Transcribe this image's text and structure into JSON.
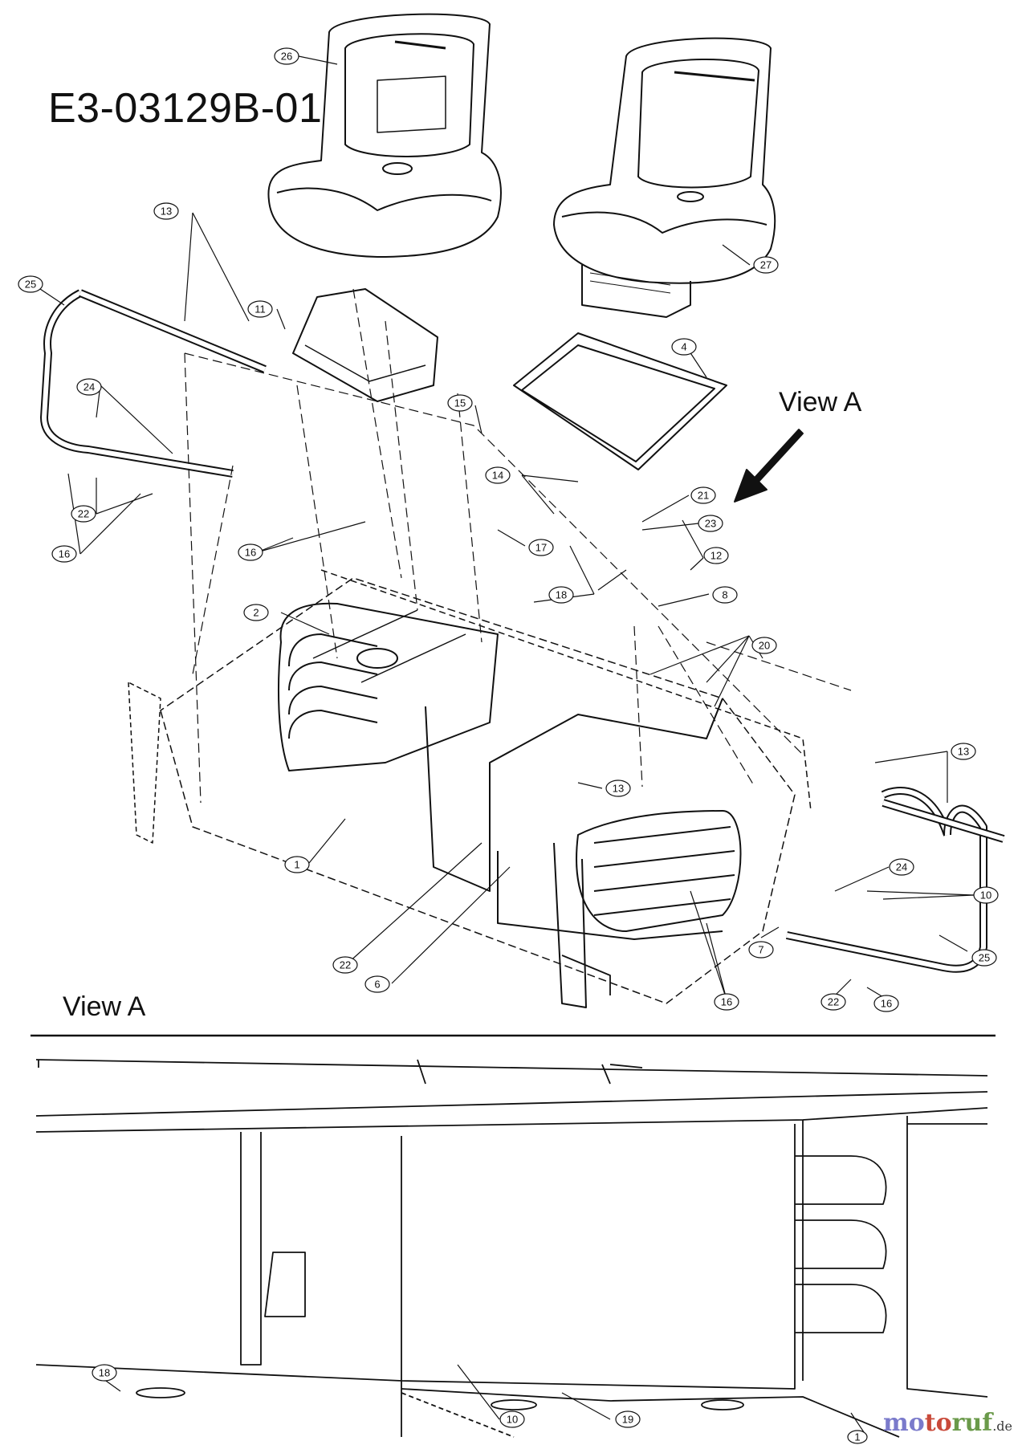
{
  "diagram": {
    "title": "E3-03129B-01",
    "view_label_upper": "View A",
    "view_label_lower": "View A",
    "watermark": {
      "part1": "mo",
      "part2": "to",
      "part3": "ruf",
      "suffix": ".de"
    }
  },
  "callouts": [
    {
      "id": "c26",
      "label": "26"
    },
    {
      "id": "c27",
      "label": "27"
    },
    {
      "id": "c13a",
      "label": "13"
    },
    {
      "id": "c25a",
      "label": "25"
    },
    {
      "id": "c11",
      "label": "11"
    },
    {
      "id": "c4",
      "label": "4"
    },
    {
      "id": "c24a",
      "label": "24"
    },
    {
      "id": "c15",
      "label": "15"
    },
    {
      "id": "c22a",
      "label": "22"
    },
    {
      "id": "c14",
      "label": "14"
    },
    {
      "id": "c21",
      "label": "21"
    },
    {
      "id": "c23",
      "label": "23"
    },
    {
      "id": "c16a",
      "label": "16"
    },
    {
      "id": "c16b",
      "label": "16"
    },
    {
      "id": "c17",
      "label": "17"
    },
    {
      "id": "c12",
      "label": "12"
    },
    {
      "id": "c18",
      "label": "18"
    },
    {
      "id": "c8",
      "label": "8"
    },
    {
      "id": "c2",
      "label": "2"
    },
    {
      "id": "c20",
      "label": "20"
    },
    {
      "id": "c13b",
      "label": "13"
    },
    {
      "id": "c13c",
      "label": "13"
    },
    {
      "id": "c1",
      "label": "1"
    },
    {
      "id": "c24b",
      "label": "24"
    },
    {
      "id": "c10a",
      "label": "10"
    },
    {
      "id": "c7",
      "label": "7"
    },
    {
      "id": "c25b",
      "label": "25"
    },
    {
      "id": "c22b",
      "label": "22"
    },
    {
      "id": "c6",
      "label": "6"
    },
    {
      "id": "c22c",
      "label": "22"
    },
    {
      "id": "c16c",
      "label": "16"
    },
    {
      "id": "c16d",
      "label": "16"
    },
    {
      "id": "v18",
      "label": "18"
    },
    {
      "id": "v10",
      "label": "10"
    },
    {
      "id": "v19",
      "label": "19"
    },
    {
      "id": "v1",
      "label": "1"
    }
  ]
}
